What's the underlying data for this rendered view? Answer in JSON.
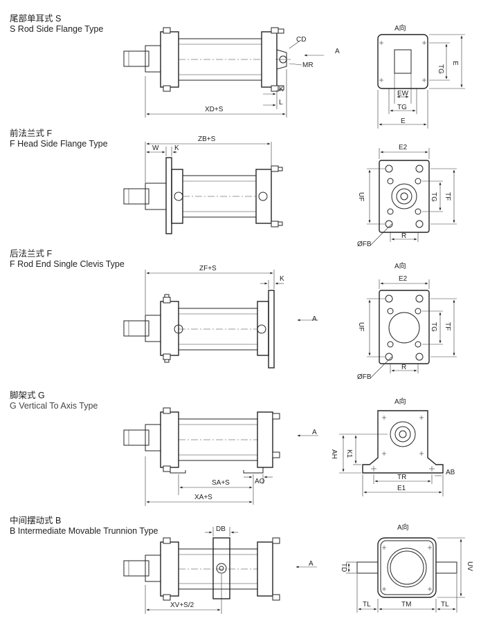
{
  "sections": [
    {
      "zh": "尾部单耳式 S",
      "en": "S Rod Side Flange Type"
    },
    {
      "zh": "前法兰式 F",
      "en": "F Head Side Flange Type"
    },
    {
      "zh": "后法兰式 F",
      "en": "F Rod End Single Clevis Type"
    },
    {
      "zh": "脚架式 G",
      "en": "G Vertical To Axis Type"
    },
    {
      "zh": "中间摆动式 B",
      "en": "B Intermediate Movable Trunnion Type"
    }
  ],
  "labels": {
    "view_a": "A向",
    "arrow_a": "A",
    "cd": "CD",
    "mr": "MR",
    "k": "K",
    "l": "L",
    "xd_s": "XD+S",
    "tg": "TG",
    "e": "E",
    "ew": "EW",
    "zb_s": "ZB+S",
    "w": "W",
    "e2": "E2",
    "uf": "UF",
    "tf": "TF",
    "fb": "ØFB",
    "r": "R",
    "zf_s": "ZF+S",
    "sa_s": "SA+S",
    "ao": "AO",
    "xa_s": "XA+S",
    "ah": "AH",
    "k1": "K1",
    "tr": "TR",
    "ab": "AB",
    "e1": "E1",
    "db": "DB",
    "xv_s2": "XV+S/2",
    "td": "TD",
    "uv": "UV",
    "tl": "TL",
    "tm": "TM"
  },
  "colors": {
    "line": "#222222",
    "background": "#ffffff"
  }
}
